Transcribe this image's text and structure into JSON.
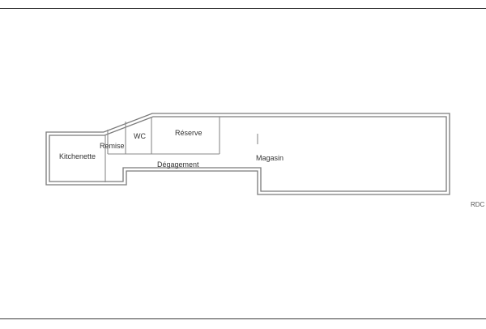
{
  "plan": {
    "level": "RDC",
    "rooms": {
      "kitchenette": "Kitchenette",
      "remise": "Remise",
      "wc": "WC",
      "reserve": "Réserve",
      "degagement": "Dégagement",
      "magasin": "Magasin"
    }
  },
  "colors": {
    "wall": "#7a7a7a",
    "text": "#333333",
    "background": "#ffffff",
    "rule": "#3a3a3a"
  }
}
